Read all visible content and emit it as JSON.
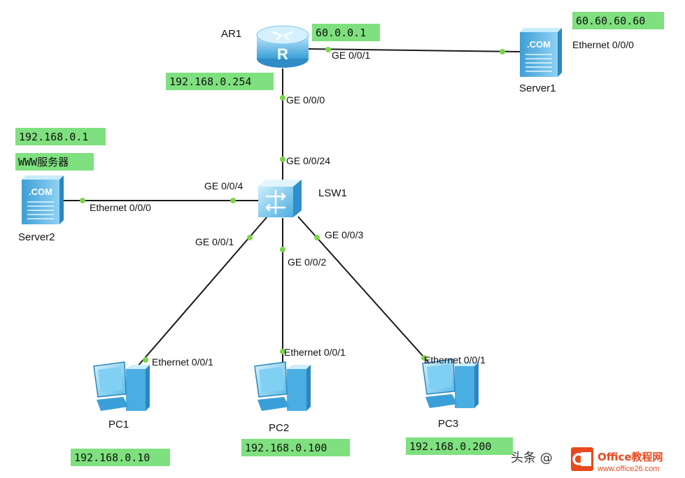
{
  "devices": {
    "ar1": "AR1",
    "lsw1": "LSW1",
    "server1": "Server1",
    "server2": "Server2",
    "pc1": "PC1",
    "pc2": "PC2",
    "pc3": "PC3"
  },
  "ips": {
    "ar1_wan": "60.0.0.1",
    "ar1_lan": "192.168.0.254",
    "server1": "60.60.60.60",
    "server2": "192.168.0.1",
    "server2_role": "WWW服务器",
    "pc1": "192.168.0.10",
    "pc2": "192.168.0.100",
    "pc3": "192.168.0.200"
  },
  "ports": {
    "ar1_ge001": "GE 0/0/1",
    "server1_eth": "Ethernet 0/0/0",
    "ar1_ge000": "GE 0/0/0",
    "lsw1_ge0024": "GE 0/0/24",
    "lsw1_ge004": "GE 0/0/4",
    "server2_eth": "Ethernet 0/0/0",
    "lsw1_ge001": "GE 0/0/1",
    "lsw1_ge002": "GE 0/0/2",
    "lsw1_ge003": "GE 0/0/3",
    "pc1_eth": "Ethernet 0/0/1",
    "pc2_eth": "Ethernet 0/0/1",
    "pc3_eth": "Ethernet 0/0/1"
  },
  "icon_text": {
    "router": "R",
    "server_dotcom": ".COM"
  },
  "watermark": {
    "source": "头条 @",
    "site": "Office教程网",
    "url": "www.office26.com"
  },
  "colors": {
    "label_bg": "#7ee07e",
    "port_dot": "#7dd44a",
    "link": "#1a1a1a",
    "device_blue": "#5ab8e8"
  }
}
